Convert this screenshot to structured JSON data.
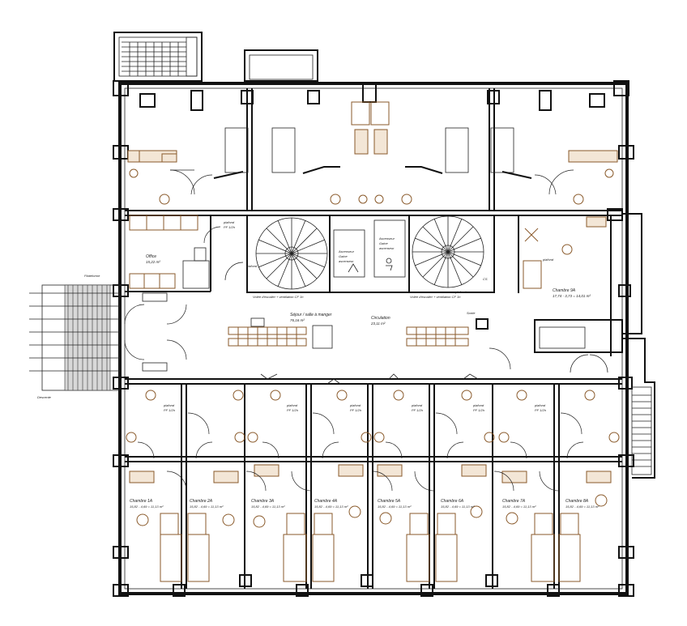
{
  "rooms": {
    "chambre_1a": {
      "name": "Chambre 1A",
      "area": "15,82 - 4,69 = 11,13 m²"
    },
    "chambre_2a": {
      "name": "Chambre 2A",
      "area": "15,82 - 4,69 = 11,13 m²"
    },
    "chambre_3a": {
      "name": "Chambre 3A",
      "area": "15,82 - 4,69 = 11,13 m²"
    },
    "chambre_4a": {
      "name": "Chambre 4A",
      "area": "15,82 - 4,69 = 11,13 m²"
    },
    "chambre_5a": {
      "name": "Chambre 5A",
      "area": "15,82 - 4,69 = 11,13 m²"
    },
    "chambre_6a": {
      "name": "Chambre 6A",
      "area": "15,82 - 4,69 = 11,13 m²"
    },
    "chambre_7a": {
      "name": "Chambre 7A",
      "area": "15,82 - 4,69 = 11,13 m²"
    },
    "chambre_8a": {
      "name": "Chambre 8A",
      "area": "15,82 - 4,69 = 11,13 m²"
    },
    "chambre_9a": {
      "name": "Chambre 9A",
      "area": "17,74 - 3,73 = 14,01 m²"
    },
    "office": {
      "name": "Office",
      "area": "15,22 m²"
    },
    "sejour": {
      "name": "Séjour / salle à manger",
      "area": "76,16 m²"
    },
    "circulation": {
      "name": "Circulation",
      "area": "23,11 m²"
    },
    "stair_left": {
      "name": "Volée d'escalier + ventilation CF 1h"
    },
    "stair_right": {
      "name": "Volée d'escalier + ventilation CF 1h"
    },
    "lift_left": {
      "name": "Ascenseur",
      "line2": "Gaine",
      "line3": "ascenseur"
    },
    "lift_right": {
      "name": "Ascenseur",
      "line2": "Gaine",
      "line3": "ascenseur"
    }
  },
  "notes": {
    "plafond": "plafond",
    "pf": "PF 1/2h",
    "door_cf": "porte CF",
    "desc": "Descente",
    "platform": "Plateforme",
    "cs": "CS",
    "sortie": "Sortie"
  },
  "colors": {
    "wall": "#111111",
    "furniture": "#8a5a2b"
  }
}
